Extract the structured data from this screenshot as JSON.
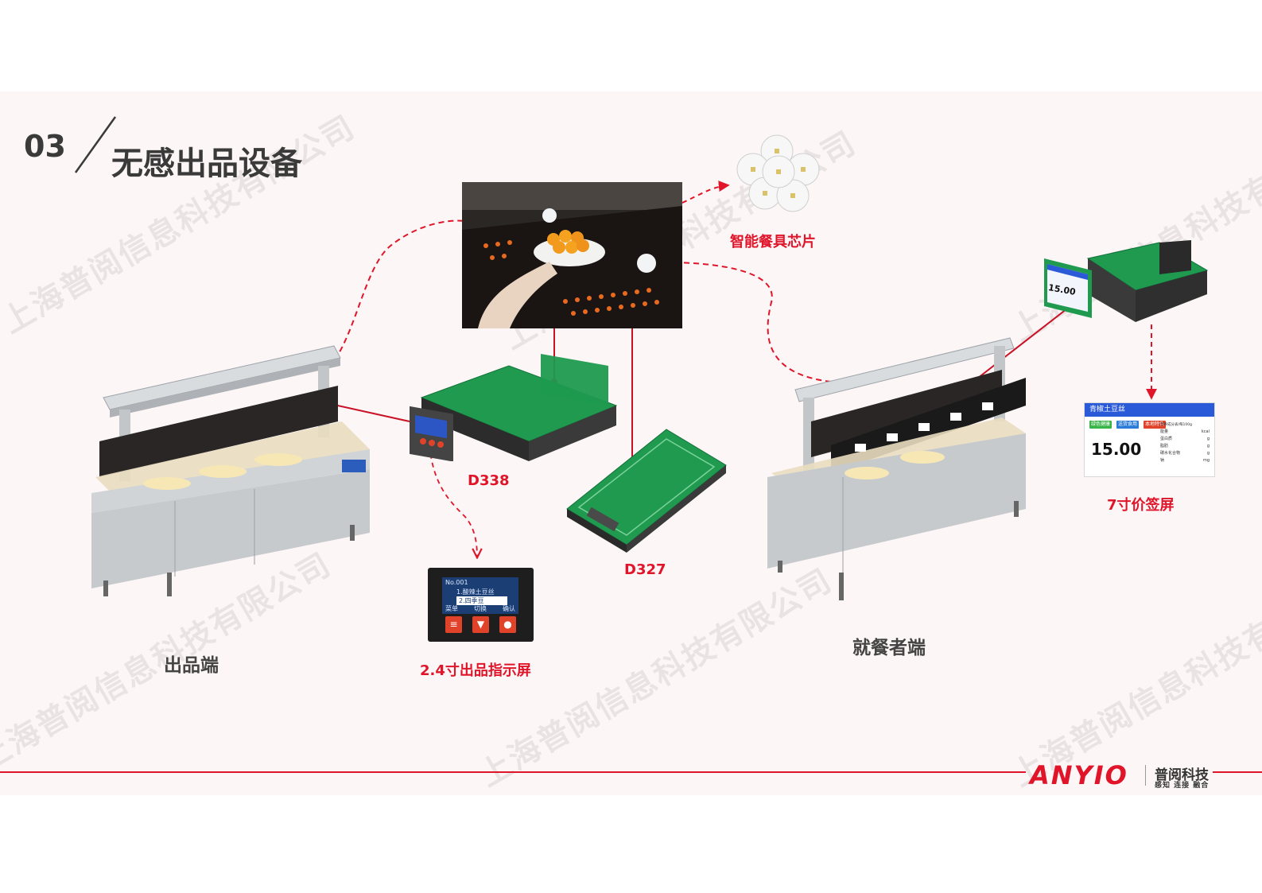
{
  "header": {
    "section_number": "03",
    "section_title": "无感出品设备"
  },
  "watermark": "上海普阅信息科技有限公司",
  "labels": {
    "chip": "智能餐具芯片",
    "serving_end": "出品端",
    "diner_end": "就餐者端",
    "model_d338": "D338",
    "model_d327": "D327",
    "indicator_screen": "2.4寸出品指示屏",
    "price_screen": "7寸价签屏"
  },
  "indicator_display": {
    "number": "No.001",
    "line1": "1.酸辣土豆丝",
    "line2": "2.四季豆",
    "menu": "菜单",
    "switch": "切换",
    "confirm": "确认"
  },
  "price_display": {
    "dish_name": "青椒土豆丝",
    "tags": [
      "绿色健康",
      "送货食用",
      "本地特色"
    ],
    "price": "15.00",
    "nutrition_header": "营养成分表/每100g",
    "nutrients": [
      "能量",
      "蛋白质",
      "脂肪",
      "碳水化合物",
      "钠"
    ],
    "units": [
      "kcal",
      "g",
      "g",
      "g",
      "mg"
    ]
  },
  "small_tag_price": "15.00",
  "footer": {
    "logo": "ANYIO",
    "brand": "普阅科技",
    "slogan": "感知 连接 融合"
  },
  "colors": {
    "accent_red": "#e0152a",
    "pcb_green": "#1f9a4f",
    "steel": "#c9ccd0"
  }
}
